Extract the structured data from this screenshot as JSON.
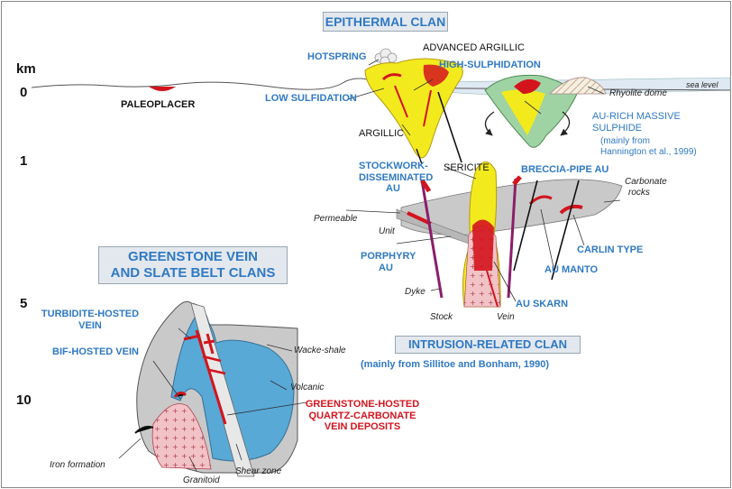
{
  "titles": {
    "epithermal": "EPITHERMAL CLAN",
    "greenstone_line1": "GREENSTONE VEIN",
    "greenstone_line2": "AND SLATE BELT CLANS",
    "intrusion": "INTRUSION-RELATED CLAN",
    "intrusion_source": "(mainly from Sillitoe and Bonham, 1990)"
  },
  "depth_scale": {
    "unit": "km",
    "ticks": [
      "0",
      "1",
      "5",
      "10"
    ]
  },
  "labels": {
    "hotspring": "HOTSPRING",
    "advanced_argillic": "ADVANCED ARGILLIC",
    "high_sulphidation": "HIGH-SULPHIDATION",
    "low_sulfidation": "LOW SULFIDATION",
    "paleoplacer": "PALEOPLACER",
    "rhyolite_dome": "Rhyolite dome",
    "sea_level": "sea level",
    "vms_line1": "AU-RICH MASSIVE",
    "vms_line2": "SULPHIDE",
    "vms_source_line1": "(mainly from",
    "vms_source_line2": "Hannington et al., 1999)",
    "argillic": "ARGILLIC",
    "sericite": "SERICITE",
    "stockwork_line1": "STOCKWORK-",
    "stockwork_line2": "DISSEMINATED",
    "stockwork_line3": "AU",
    "breccia_pipe": "BRECCIA-PIPE AU",
    "carbonate_line1": "Carbonate",
    "carbonate_line2": "rocks",
    "permeable_line1": "Permeable",
    "permeable_line2": "Unit",
    "carlin_type": "CARLIN TYPE",
    "porphyry_line1": "PORPHYRY",
    "porphyry_line2": "AU",
    "au_manto": "AU MANTO",
    "dyke": "Dyke",
    "au_skarn": "AU SKARN",
    "stock": "Stock",
    "vein": "Vein",
    "turbidite_line1": "TURBIDITE-HOSTED",
    "turbidite_line2": "VEIN",
    "bif_hosted": "BIF-HOSTED VEIN",
    "wacke_shale": "Wacke-shale",
    "volcanic": "Volcanic",
    "greenstone_hosted_line1": "GREENSTONE-HOSTED",
    "greenstone_hosted_line2": "QUARTZ-CARBONATE",
    "greenstone_hosted_line3": "VEIN DEPOSITS",
    "iron_formation": "Iron formation",
    "shear_zone": "Shear zone",
    "granitoid": "Granitoid"
  },
  "colors": {
    "label_blue": "#2f79c4",
    "deposit_red": "#d4141d",
    "alteration_yellow": "#f3ea1e",
    "volcanic_blue": "#58a9d6",
    "rock_gray": "#c9c9c9",
    "vms_green": "#9fd3a4",
    "granite_pink": "#f1c2c6"
  }
}
